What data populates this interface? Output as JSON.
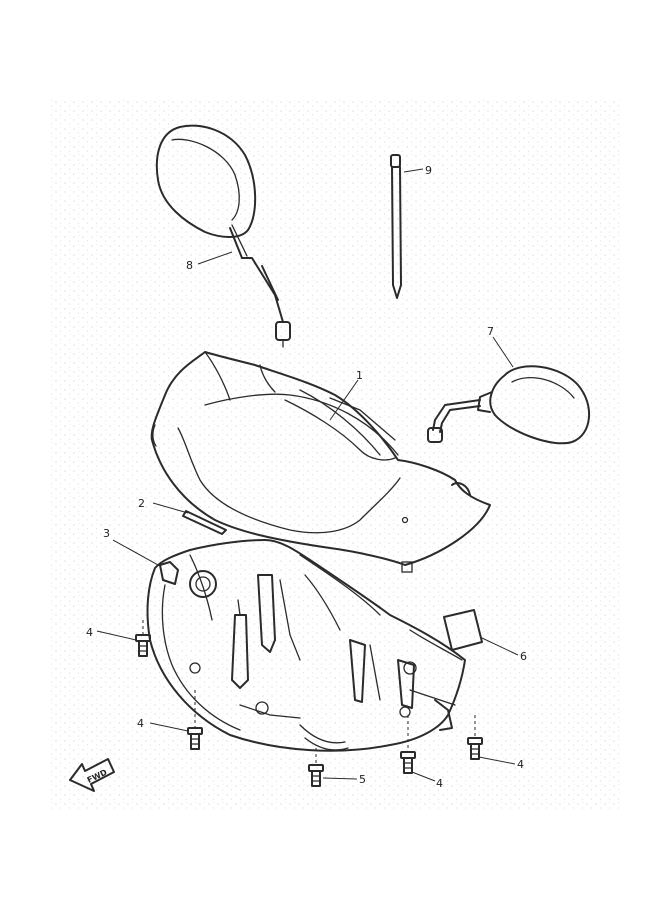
{
  "callouts": [
    {
      "id": "1",
      "label": "1"
    },
    {
      "id": "2",
      "label": "2"
    },
    {
      "id": "3",
      "label": "3"
    },
    {
      "id": "4a",
      "label": "4"
    },
    {
      "id": "4b",
      "label": "4"
    },
    {
      "id": "4c",
      "label": "4"
    },
    {
      "id": "4d",
      "label": "4"
    },
    {
      "id": "5",
      "label": "5"
    },
    {
      "id": "6",
      "label": "6"
    },
    {
      "id": "7",
      "label": "7"
    },
    {
      "id": "8",
      "label": "8"
    },
    {
      "id": "9",
      "label": "9"
    }
  ],
  "fwd_label": "FWD"
}
